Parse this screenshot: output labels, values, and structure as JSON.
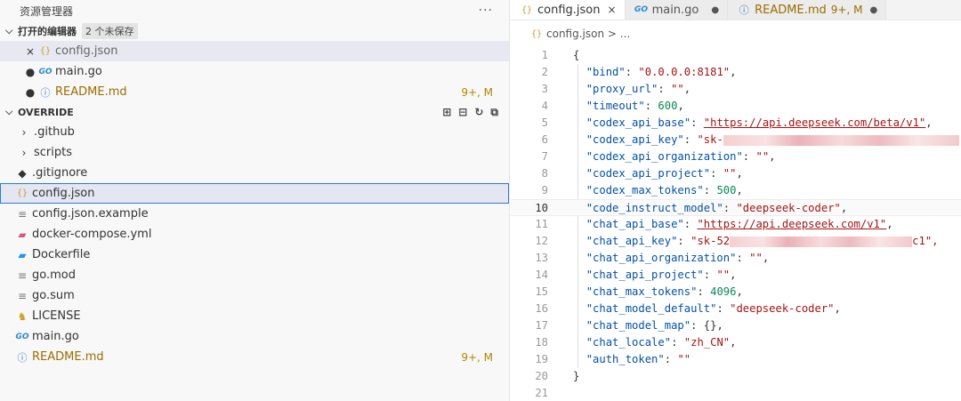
{
  "sidebar": {
    "title": "资源管理器",
    "more_label": "···",
    "open_editors": {
      "title": "打开的编辑器",
      "badge": "2 个未保存",
      "items": [
        {
          "lead": "×",
          "icon": "{}",
          "name": "config.json",
          "status": ""
        },
        {
          "lead": "●",
          "icon": "GO",
          "name": "main.go",
          "status": ""
        },
        {
          "lead": "●",
          "icon": "ⓘ",
          "name": "README.md",
          "status": "9+, M"
        }
      ]
    },
    "project": {
      "title": "OVERRIDE",
      "toolbar_icons": [
        "new-file-icon",
        "new-folder-icon",
        "refresh-icon",
        "collapse-all-icon"
      ],
      "items": [
        {
          "icon": "›",
          "name": ".github",
          "status": ""
        },
        {
          "icon": "›",
          "name": "scripts",
          "status": ""
        },
        {
          "icon": "◆",
          "name": ".gitignore",
          "status": ""
        },
        {
          "icon": "{}",
          "name": "config.json",
          "status": ""
        },
        {
          "icon": "≡",
          "name": "config.json.example",
          "status": ""
        },
        {
          "icon": "▰",
          "name": "docker-compose.yml",
          "status": ""
        },
        {
          "icon": "▰",
          "name": "Dockerfile",
          "status": ""
        },
        {
          "icon": "≡",
          "name": "go.mod",
          "status": ""
        },
        {
          "icon": "≡",
          "name": "go.sum",
          "status": ""
        },
        {
          "icon": "♞",
          "name": "LICENSE",
          "status": ""
        },
        {
          "icon": "GO",
          "name": "main.go",
          "status": ""
        },
        {
          "icon": "ⓘ",
          "name": "README.md",
          "status": "9+, M"
        }
      ]
    }
  },
  "editor": {
    "tabs": [
      {
        "icon": "{}",
        "name": "config.json",
        "close": "×",
        "status": ""
      },
      {
        "icon": "GO",
        "name": "main.go",
        "close": "●",
        "status": ""
      },
      {
        "icon": "ⓘ",
        "name": "README.md",
        "close": "●",
        "status": "9+, M"
      }
    ],
    "breadcrumb": {
      "file": "config.json",
      "sep": " > ",
      "rest": "..."
    },
    "current_line": "10",
    "lines": [
      {
        "n": "1",
        "indent": "",
        "key": "",
        "punct": "{",
        "value": "",
        "after": ""
      },
      {
        "n": "2",
        "indent": "  ",
        "key": "\"bind\"",
        "punct": ": ",
        "value": "\"0.0.0.0:8181\"",
        "after": ","
      },
      {
        "n": "3",
        "indent": "  ",
        "key": "\"proxy_url\"",
        "punct": ": ",
        "value": "\"\"",
        "after": ","
      },
      {
        "n": "4",
        "indent": "  ",
        "key": "\"timeout\"",
        "punct": ": ",
        "value": "600",
        "after": ","
      },
      {
        "n": "5",
        "indent": "  ",
        "key": "\"codex_api_base\"",
        "punct": ": ",
        "value": "\"https://api.deepseek.com/beta/v1\"",
        "after": ","
      },
      {
        "n": "6",
        "indent": "  ",
        "key": "\"codex_api_key\"",
        "punct": ": ",
        "value": "\"sk-",
        "after": ","
      },
      {
        "n": "7",
        "indent": "  ",
        "key": "\"codex_api_organization\"",
        "punct": ": ",
        "value": "\"\"",
        "after": ","
      },
      {
        "n": "8",
        "indent": "  ",
        "key": "\"codex_api_project\"",
        "punct": ": ",
        "value": "\"\"",
        "after": ","
      },
      {
        "n": "9",
        "indent": "  ",
        "key": "\"codex_max_tokens\"",
        "punct": ": ",
        "value": "500",
        "after": ","
      },
      {
        "n": "10",
        "indent": "  ",
        "key": "\"code_instruct_model\"",
        "punct": ": ",
        "value": "\"deepseek-coder\"",
        "after": ","
      },
      {
        "n": "11",
        "indent": "  ",
        "key": "\"chat_api_base\"",
        "punct": ": ",
        "value": "\"https://api.deepseek.com/v1\"",
        "after": ","
      },
      {
        "n": "12",
        "indent": "  ",
        "key": "\"chat_api_key\"",
        "punct": ": ",
        "value": "\"sk-52",
        "after": "c1\","
      },
      {
        "n": "13",
        "indent": "  ",
        "key": "\"chat_api_organization\"",
        "punct": ": ",
        "value": "\"\"",
        "after": ","
      },
      {
        "n": "14",
        "indent": "  ",
        "key": "\"chat_api_project\"",
        "punct": ": ",
        "value": "\"\"",
        "after": ","
      },
      {
        "n": "15",
        "indent": "  ",
        "key": "\"chat_max_tokens\"",
        "punct": ": ",
        "value": "4096",
        "after": ","
      },
      {
        "n": "16",
        "indent": "  ",
        "key": "\"chat_model_default\"",
        "punct": ": ",
        "value": "\"deepseek-coder\"",
        "after": ","
      },
      {
        "n": "17",
        "indent": "  ",
        "key": "\"chat_model_map\"",
        "punct": ": ",
        "value": "{}",
        "after": ","
      },
      {
        "n": "18",
        "indent": "  ",
        "key": "\"chat_locale\"",
        "punct": ": ",
        "value": "\"zh_CN\"",
        "after": ","
      },
      {
        "n": "19",
        "indent": "  ",
        "key": "\"auth_token\"",
        "punct": ": ",
        "value": "\"\"",
        "after": ""
      },
      {
        "n": "20",
        "indent": "",
        "key": "",
        "punct": "}",
        "value": "",
        "after": ""
      },
      {
        "n": "21",
        "indent": "",
        "key": "",
        "punct": "",
        "value": "",
        "after": ""
      }
    ]
  }
}
